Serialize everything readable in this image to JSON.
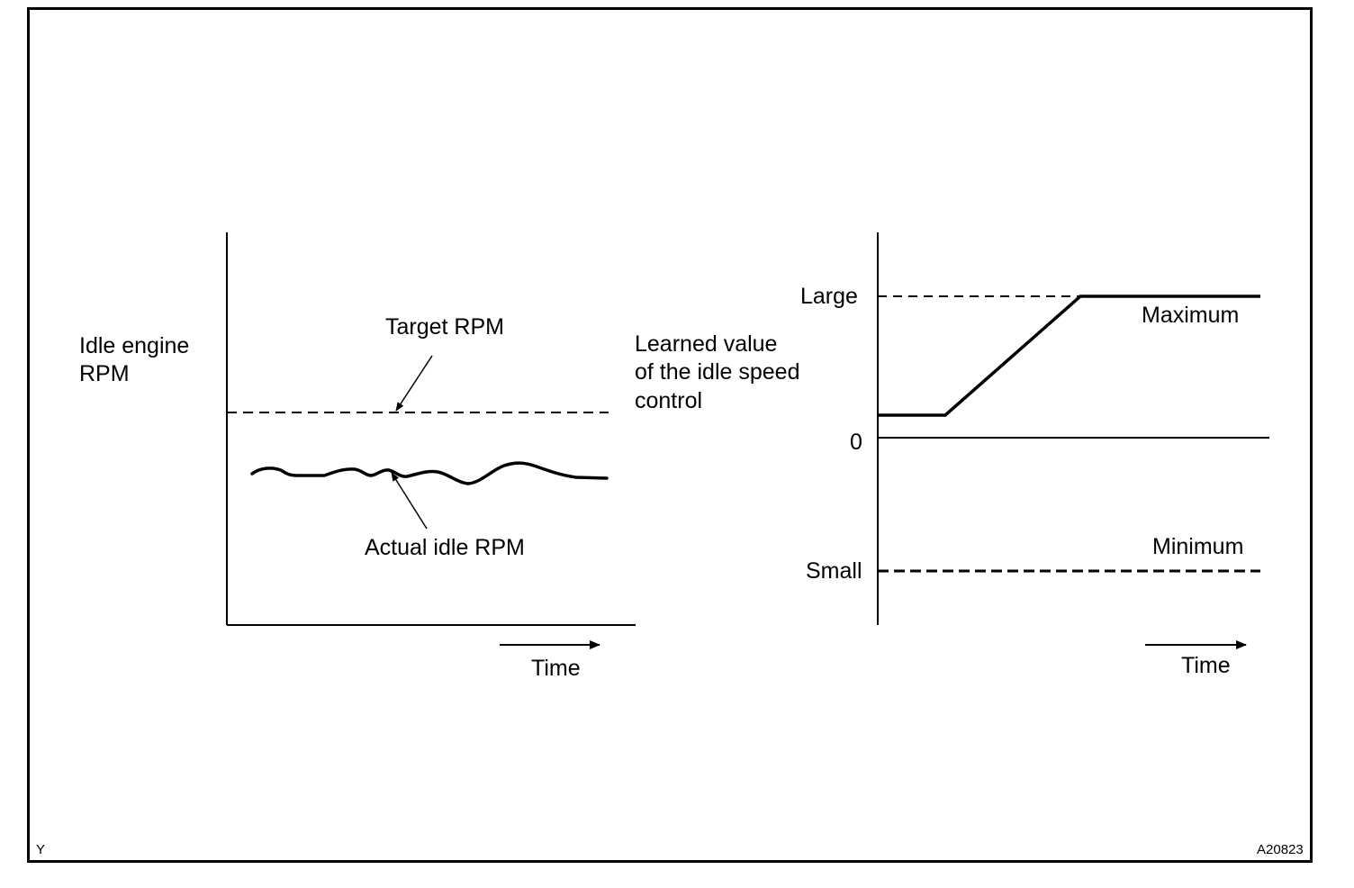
{
  "left_chart": {
    "y_label_line1": "Idle engine",
    "y_label_line2": "RPM",
    "target_label": "Target RPM",
    "actual_label": "Actual idle RPM",
    "time_label": "Time"
  },
  "right_chart": {
    "y_label_line1": "Learned value",
    "y_label_line2": "of the idle speed",
    "y_label_line3": "control",
    "large_label": "Large",
    "zero_label": "0",
    "small_label": "Small",
    "maximum_label": "Maximum",
    "minimum_label": "Minimum",
    "time_label": "Time"
  },
  "footer": {
    "left_code": "Y",
    "right_code": "A20823"
  }
}
